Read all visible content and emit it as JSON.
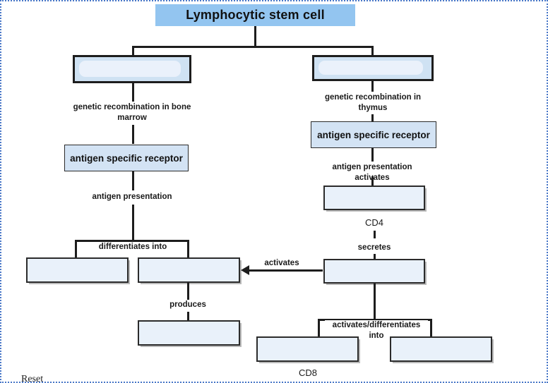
{
  "diagram": {
    "title": "Lymphocytic stem cell",
    "reset_label": "Reset"
  },
  "nodes": {
    "b_cell_slot": "",
    "t_cell_slot": "",
    "bcr_box": "antigen specific receptor",
    "tcr_box": "antigen specific receptor",
    "apc_slot": "",
    "helper_t_slot": "",
    "plasma_slot": "",
    "memory_b_slot": "",
    "antibody_slot": "",
    "cytotoxic_t_slot": "",
    "memory_t_slot": ""
  },
  "node_labels": {
    "cd4": "CD4",
    "cd8": "CD8"
  },
  "edges": {
    "bone_marrow": "genetic recombination in bone marrow",
    "thymus": "genetic recombination in thymus",
    "antigen_presentation": "antigen presentation",
    "antigen_presentation_activates": "antigen presentation activates",
    "differentiates_into": "differentiates into",
    "secretes": "secretes",
    "produces": "produces",
    "activates": "activates",
    "activates_differentiates_into": "activates/differentiates into"
  },
  "colors": {
    "title_fill": "#93c5f0",
    "drop_outer_fill": "#cfe2f3",
    "drop_inner_fill": "#eaf1fb",
    "label_box_fill": "#d3e3f4",
    "empty_box_fill": "#e9f1fa",
    "line": "#1d1d1d",
    "page_border": "#4a78c8"
  },
  "chart_data": {
    "type": "diagram",
    "title": "Lymphocytic stem cell",
    "layout": "top-down flowchart with two main branches (B-cell / T-cell lineage)",
    "filled_nodes": [
      "Lymphocytic stem cell",
      "antigen specific receptor",
      "antigen specific receptor"
    ],
    "empty_drop_slots": 8,
    "annotated_nodes": [
      "CD4",
      "CD8"
    ],
    "edges": [
      {
        "from": "Lymphocytic stem cell",
        "to": "left slot",
        "label": ""
      },
      {
        "from": "Lymphocytic stem cell",
        "to": "right slot",
        "label": ""
      },
      {
        "from": "left slot",
        "to": "antigen specific receptor (left)",
        "label": "genetic recombination in bone marrow"
      },
      {
        "from": "right slot",
        "to": "antigen specific receptor (right)",
        "label": "genetic recombination in thymus"
      },
      {
        "from": "antigen specific receptor (left)",
        "to": "two slots",
        "label": "antigen presentation / differentiates into"
      },
      {
        "from": "antigen specific receptor (right)",
        "to": "CD4 slot",
        "label": "antigen presentation activates"
      },
      {
        "from": "CD4 slot",
        "to": "secretion slot",
        "label": "secretes"
      },
      {
        "from": "secretion slot",
        "to": "left-branch slot",
        "label": "activates"
      },
      {
        "from": "right branch slot",
        "to": "antibody slot",
        "label": "produces"
      },
      {
        "from": "secretion slot",
        "to": "CD8 slot and memory slot",
        "label": "activates/differentiates into"
      }
    ]
  }
}
